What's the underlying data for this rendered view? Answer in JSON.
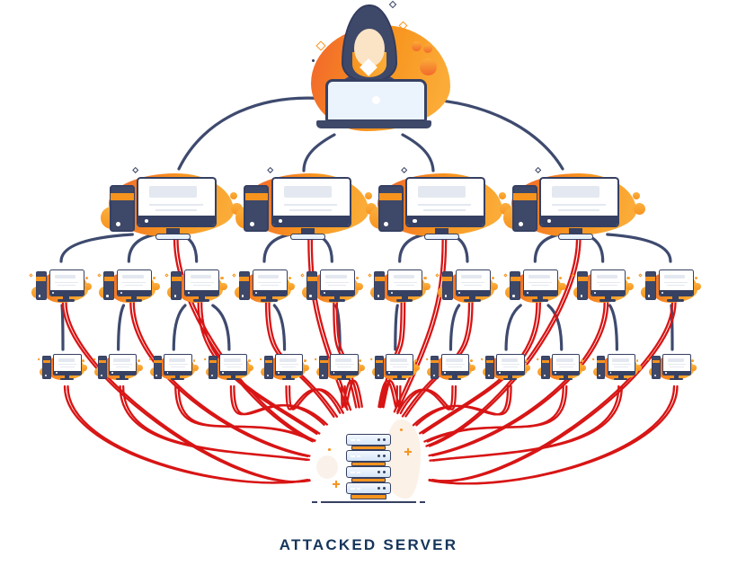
{
  "diagram": {
    "server_label": "ATTACKED SERVER",
    "attacker": {
      "name": "hacker",
      "icon": "hooded-hacker-at-laptop"
    },
    "handlers": {
      "count": 4,
      "icon": "desktop-computer"
    },
    "bots_tier1": {
      "count": 10,
      "icon": "compact-computer"
    },
    "bots_tier2": {
      "count": 12,
      "icon": "compact-computer"
    },
    "server": {
      "units": 4,
      "icon": "server-rack"
    },
    "colors": {
      "navy_line": "#3E4A6E",
      "icon_outline": "#364062",
      "tower_navy": "#3E4868",
      "orange": "#F7941E",
      "orange_deep": "#F15A29",
      "orange_light": "#FBB040",
      "attack_red": "#D81515",
      "screen_gray": "#E4E8F0",
      "screen_blue": "#EBF3FC",
      "skin": "#FBE3C5",
      "label": "#15355B",
      "background": "#FFFFFF"
    }
  }
}
